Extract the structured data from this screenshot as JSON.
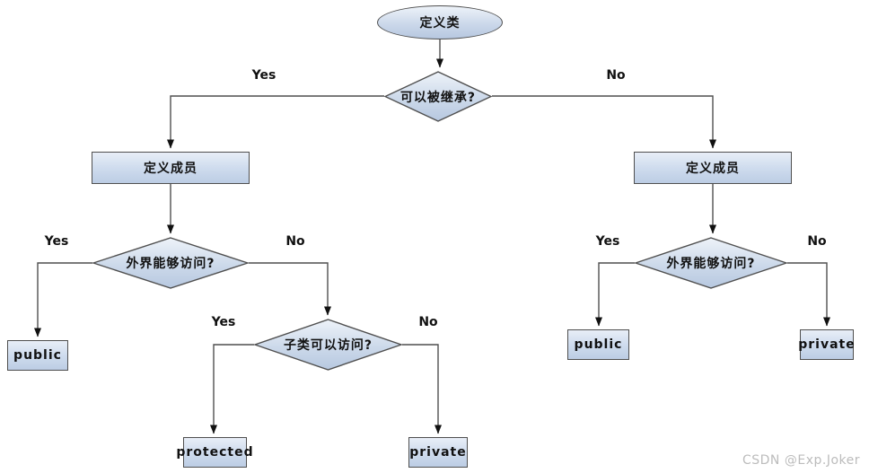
{
  "diagram": {
    "title_hint": "class access modifier decision flowchart",
    "watermark": "CSDN @Exp.Joker",
    "colors": {
      "shape_fill_top": "#eef3f9",
      "shape_fill_bottom": "#b7c8e0",
      "shape_border": "#4f4f4f",
      "connector": "#4f4f4f",
      "arrowhead": "#111111",
      "text": "#111111",
      "watermark": "#bcbcbc",
      "background": "#ffffff"
    },
    "nodes": {
      "start": {
        "label": "定义类",
        "shape": "ellipse"
      },
      "inherit": {
        "label": "可以被继承?",
        "shape": "diamond"
      },
      "members_left": {
        "label": "定义成员",
        "shape": "rect"
      },
      "members_right": {
        "label": "定义成员",
        "shape": "rect"
      },
      "outside_left": {
        "label": "外界能够访问?",
        "shape": "diamond"
      },
      "subclass": {
        "label": "子类可以访问?",
        "shape": "diamond"
      },
      "outside_right": {
        "label": "外界能够访问?",
        "shape": "diamond"
      },
      "public_left": {
        "label": "public",
        "shape": "rect"
      },
      "protected_mid": {
        "label": "protected",
        "shape": "rect"
      },
      "private_mid": {
        "label": "private",
        "shape": "rect"
      },
      "public_right": {
        "label": "public",
        "shape": "rect"
      },
      "private_right": {
        "label": "private",
        "shape": "rect"
      }
    },
    "edge_labels": {
      "inherit_yes": "Yes",
      "inherit_no": "No",
      "outside_left_yes": "Yes",
      "outside_left_no": "No",
      "subclass_yes": "Yes",
      "subclass_no": "No",
      "outside_right_yes": "Yes",
      "outside_right_no": "No"
    }
  }
}
